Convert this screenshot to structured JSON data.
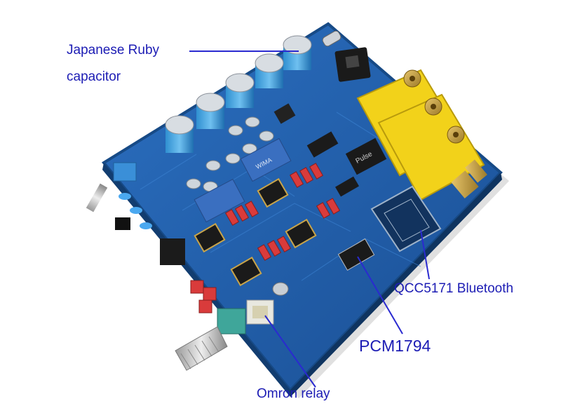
{
  "annotations": {
    "capacitor_line1": "Japanese Ruby",
    "capacitor_line2": "capacitor",
    "bluetooth": "QCC5171 Bluetooth",
    "dac": "PCM1794",
    "relay": "Omron relay"
  },
  "board_markings": {
    "pulse_chip": "Pulse",
    "film_cap": "WIMA"
  },
  "colors": {
    "pcb": "#1f5fa8",
    "pcb_edge": "#174a86",
    "label_text": "#1c1cb4",
    "leader_line": "#2a2ad0",
    "rca_yellow": "#f2d21a",
    "film_cap_blue": "#3a6fc0",
    "relay_red": "#d93b3b",
    "pot_teal": "#3fa69a"
  },
  "icons": [
    "pcb-board",
    "electrolytic-capacitor",
    "rca-jack",
    "opamp-chip",
    "toggle-switch",
    "potentiometer-knob",
    "sma-antenna-connector",
    "usb-c-port",
    "optical-port"
  ]
}
